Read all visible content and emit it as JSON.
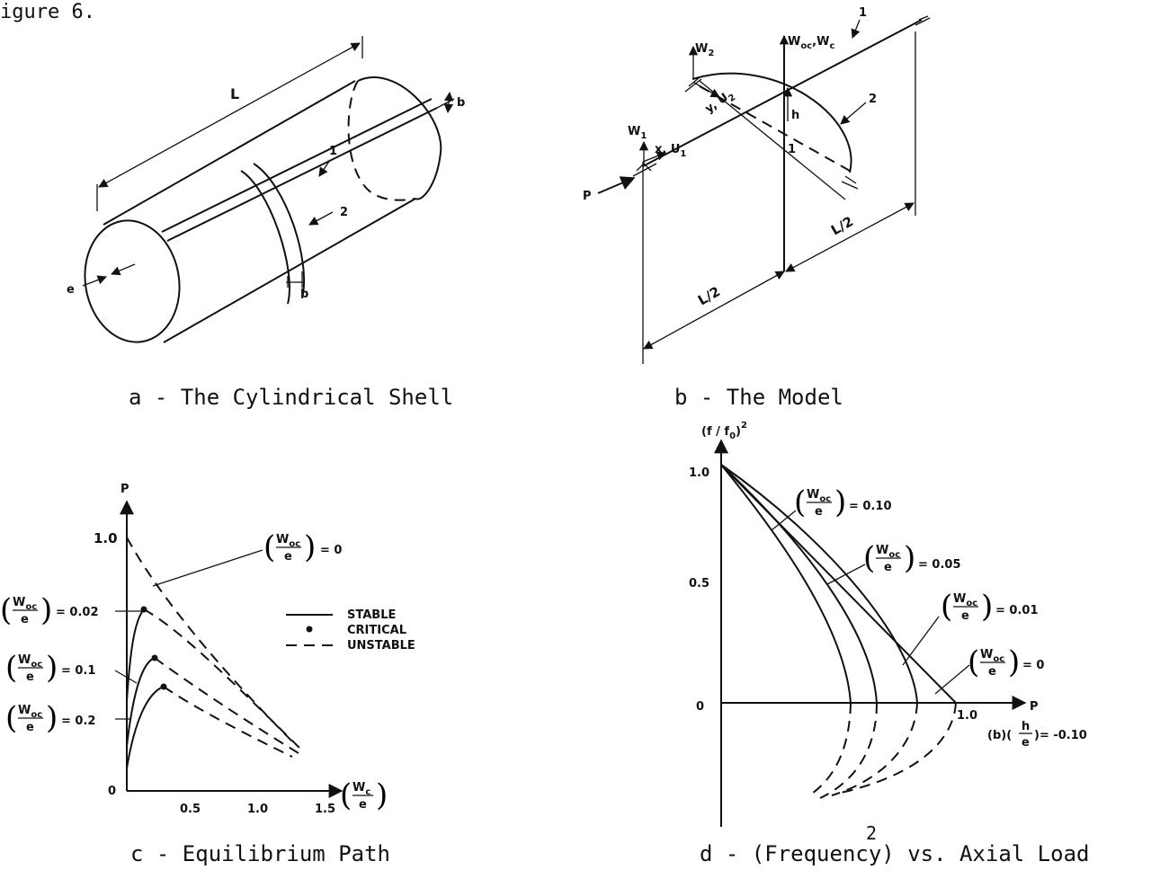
{
  "figure_header": "igure 6.",
  "panel_a": {
    "caption": "a - The Cylindrical Shell",
    "labels": {
      "L": "L",
      "b_top": "b",
      "b_bottom": "b",
      "one": "1",
      "two": "2",
      "e": "e"
    }
  },
  "panel_b": {
    "caption": "b - The Model",
    "labels": {
      "W2": "W",
      "W2_sub": "2",
      "Woc": "W",
      "Woc_sub": "oc",
      "Wc_sep": ",W",
      "Wc_sub": "c",
      "one_top": "1",
      "two": "2",
      "h": "h",
      "one_mid": "1",
      "y": "y, U",
      "y_sub": "2",
      "W1": "W",
      "W1_sub": "1",
      "x": "x, U",
      "x_sub": "1",
      "P": "P",
      "L_half_lower": "L/2",
      "L_half_right": "L/2"
    }
  },
  "panel_c": {
    "caption": "c - Equilibrium Path",
    "y_axis_label": "P",
    "x_tick_labels": [
      "0",
      "0.5",
      "1.0",
      "1.5"
    ],
    "y_tick_labels": [
      "1.0"
    ],
    "x_axis_label_num": "W",
    "x_axis_label_sub": "c",
    "x_axis_label_den": "e",
    "legend": {
      "stable": "STABLE",
      "critical": "CRITICAL",
      "unstable": "UNSTABLE"
    },
    "series_labels": [
      {
        "num": "W",
        "sub": "oc",
        "den": "e",
        "value": "= 0"
      },
      {
        "num": "W",
        "sub": "oc",
        "den": "e",
        "value": "= 0.02"
      },
      {
        "num": "W",
        "sub": "oc",
        "den": "e",
        "value": "= 0.1"
      },
      {
        "num": "W",
        "sub": "oc",
        "den": "e",
        "value": "= 0.2"
      }
    ]
  },
  "panel_d": {
    "caption": "d - (Frequency) vs. Axial Load",
    "caption_sup": "2",
    "y_axis_label": "(f / f",
    "y_axis_label_sub": "0",
    "y_axis_label_tail": ")",
    "y_axis_label_sup": "2",
    "y_tick_labels": [
      "1.0",
      "0.5",
      "0"
    ],
    "x_tick_labels": [
      "1.0"
    ],
    "x_axis_label": "P",
    "param_note": "(b)(",
    "param_note_num": "h",
    "param_note_den": "e",
    "param_note_value": ")= -0.10",
    "series_labels": [
      {
        "num": "W",
        "sub": "oc",
        "den": "e",
        "value": "= 0.10"
      },
      {
        "num": "W",
        "sub": "oc",
        "den": "e",
        "value": "= 0.05"
      },
      {
        "num": "W",
        "sub": "oc",
        "den": "e",
        "value": "= 0.01"
      },
      {
        "num": "W",
        "sub": "oc",
        "den": "e",
        "value": "= 0"
      }
    ]
  }
}
